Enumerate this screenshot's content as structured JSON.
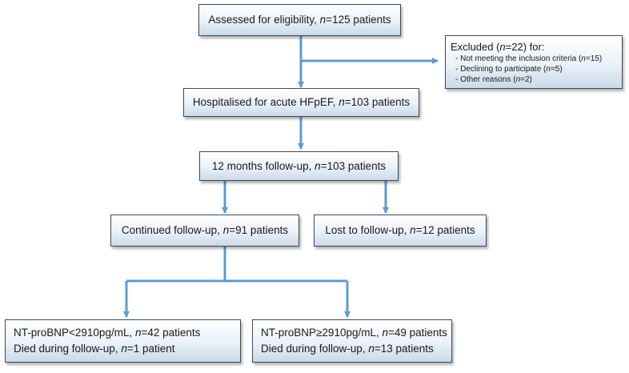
{
  "boxes": {
    "assessed": [
      {
        "t": "Assessed for eligibility, "
      },
      {
        "t": "n",
        "i": true
      },
      {
        "t": "=125 patients"
      }
    ],
    "excluded": {
      "head": [
        {
          "t": "Excluded ("
        },
        {
          "t": "n",
          "i": true
        },
        {
          "t": "=22) for:"
        }
      ],
      "items": [
        [
          {
            "t": "- Not meeting the inclusion criteria ("
          },
          {
            "t": "n",
            "i": true
          },
          {
            "t": "=15)"
          }
        ],
        [
          {
            "t": "- Declining to participate ("
          },
          {
            "t": "n",
            "i": true
          },
          {
            "t": "=5)"
          }
        ],
        [
          {
            "t": "- Other reasons ("
          },
          {
            "t": "n",
            "i": true
          },
          {
            "t": "=2)"
          }
        ]
      ]
    },
    "hospitalised": [
      {
        "t": "Hospitalised for acute HFpEF, "
      },
      {
        "t": "n",
        "i": true
      },
      {
        "t": "=103 patients"
      }
    ],
    "followup": [
      {
        "t": "12 months follow-up, "
      },
      {
        "t": "n",
        "i": true
      },
      {
        "t": "=103 patients"
      }
    ],
    "continued": [
      {
        "t": "Continued follow-up, "
      },
      {
        "t": "n",
        "i": true
      },
      {
        "t": "=91 patients"
      }
    ],
    "lost": [
      {
        "t": "Lost to follow-up, "
      },
      {
        "t": "n",
        "i": true
      },
      {
        "t": "=12 patients"
      }
    ],
    "low": [
      [
        {
          "t": "NT-proBNP<2910pg/mL, "
        },
        {
          "t": "n",
          "i": true
        },
        {
          "t": "=42 patients"
        }
      ],
      [
        {
          "t": "Died during follow-up, "
        },
        {
          "t": "n",
          "i": true
        },
        {
          "t": "=1 patient"
        }
      ]
    ],
    "high": [
      [
        {
          "t": "NT-proBNP≥2910pg/mL, "
        },
        {
          "t": "n",
          "i": true
        },
        {
          "t": "=49 patients"
        }
      ],
      [
        {
          "t": "Died during follow-up, "
        },
        {
          "t": "n",
          "i": true
        },
        {
          "t": "=13 patients"
        }
      ]
    ]
  },
  "colors": {
    "connector": "#5b9bd5",
    "box_border": "#3f4a55"
  }
}
